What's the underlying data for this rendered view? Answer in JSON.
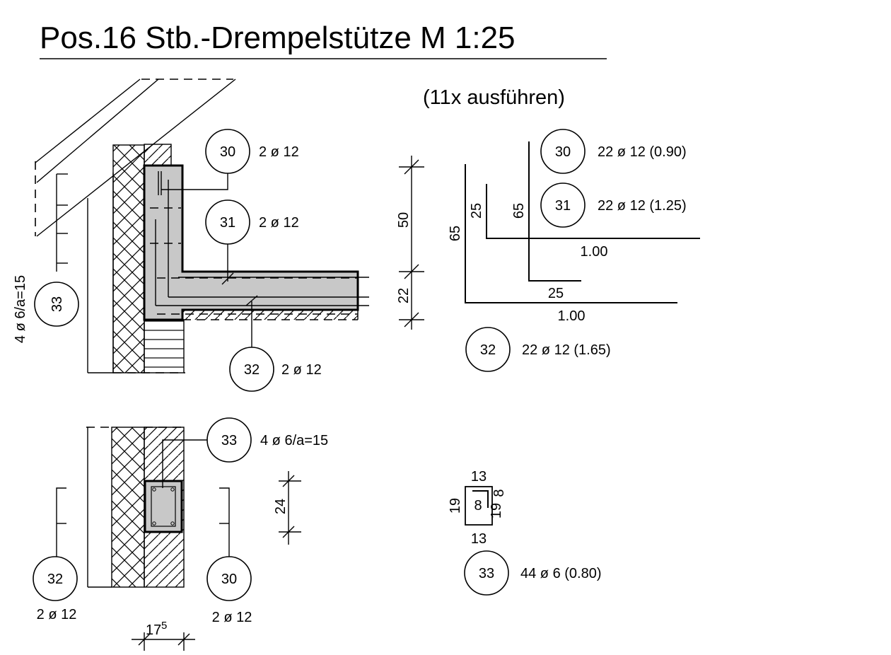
{
  "title": "Pos.16 Stb.-Drempelstütze M 1:25",
  "subtitle": "(11x ausführen)",
  "section": {
    "bubbles": [
      {
        "num": "30",
        "label": "2 ø 12"
      },
      {
        "num": "31",
        "label": "2 ø 12"
      },
      {
        "num": "32",
        "label": "2 ø 12"
      },
      {
        "num": "33",
        "label": "4 ø 6/a=15"
      }
    ],
    "dims": {
      "d50": "50",
      "d22": "22"
    }
  },
  "plan": {
    "bubbles": [
      {
        "num": "33",
        "label": "4 ø 6/a=15"
      },
      {
        "num": "32",
        "label": "2 ø 12"
      },
      {
        "num": "30",
        "label": "2 ø 12"
      }
    ],
    "dims": {
      "d24": "24",
      "d17": "17",
      "d17sup": "5"
    }
  },
  "bars": {
    "items": [
      {
        "num": "30",
        "label": "22 ø 12 (0.90)"
      },
      {
        "num": "31",
        "label": "22 ø 12 (1.25)"
      },
      {
        "num": "32",
        "label": "22 ø 12 (1.65)"
      }
    ],
    "dims": {
      "b25a": "25",
      "b65a": "65",
      "b65b": "65",
      "b100a": "1.00",
      "b25b": "25",
      "b100b": "1.00"
    }
  },
  "stirrup": {
    "num": "33",
    "label": "44 ø 6 (0.80)",
    "dims": {
      "top": "13",
      "bottom": "13",
      "left": "19",
      "right": "19",
      "hook": "8",
      "inner": "8"
    }
  }
}
